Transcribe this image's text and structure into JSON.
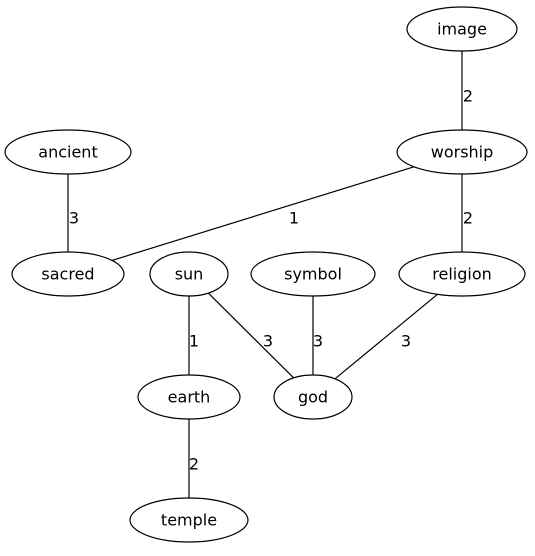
{
  "graph": {
    "nodes": [
      {
        "id": "image",
        "label": "image"
      },
      {
        "id": "worship",
        "label": "worship"
      },
      {
        "id": "ancient",
        "label": "ancient"
      },
      {
        "id": "sacred",
        "label": "sacred"
      },
      {
        "id": "sun",
        "label": "sun"
      },
      {
        "id": "symbol",
        "label": "symbol"
      },
      {
        "id": "religion",
        "label": "religion"
      },
      {
        "id": "earth",
        "label": "earth"
      },
      {
        "id": "god",
        "label": "god"
      },
      {
        "id": "temple",
        "label": "temple"
      }
    ],
    "edges": [
      {
        "id": "image-worship",
        "from": "image",
        "to": "worship",
        "weight": "2"
      },
      {
        "id": "ancient-sacred",
        "from": "ancient",
        "to": "sacred",
        "weight": "3"
      },
      {
        "id": "worship-sacred",
        "from": "worship",
        "to": "sacred",
        "weight": "1"
      },
      {
        "id": "worship-religion",
        "from": "worship",
        "to": "religion",
        "weight": "2"
      },
      {
        "id": "sun-earth",
        "from": "sun",
        "to": "earth",
        "weight": "1"
      },
      {
        "id": "sun-god",
        "from": "sun",
        "to": "god",
        "weight": "3"
      },
      {
        "id": "symbol-god",
        "from": "symbol",
        "to": "god",
        "weight": "3"
      },
      {
        "id": "religion-god",
        "from": "religion",
        "to": "god",
        "weight": "3"
      },
      {
        "id": "earth-temple",
        "from": "earth",
        "to": "temple",
        "weight": "2"
      }
    ]
  }
}
